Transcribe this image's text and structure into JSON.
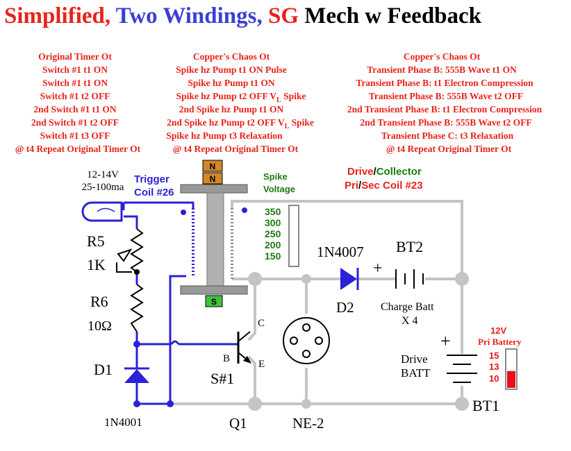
{
  "title": {
    "part1": "Simplified,",
    "part2": "Two Windings,",
    "part3": "SG",
    "part4": "Mech w Feedback"
  },
  "columns": [
    {
      "lines": [
        "Original Timer Ot",
        "Switch #1 t1 ON",
        "Switch #1 t1 ON",
        "Switch #1 t2 OFF",
        "2nd Switch #1 t1 ON",
        "2nd Switch #1 t2 OFF",
        "Switch #1 t3 OFF",
        "@ t4 Repeat Original Timer Ot"
      ]
    },
    {
      "lines": [
        "Copper's Chaos Ot",
        "Spike hz Pump t1 ON Pulse",
        "Spike hz Pump t1 ON",
        "Spike hz Pump t2 OFF V",
        "2nd Spike hz Pump t1 ON",
        "2nd Spike hz Pump  t2 OFF V",
        "Spike hz Pump t3 Relaxation",
        "@ t4 Repeat Original Timer Ot"
      ],
      "line3_suffix": " Spike",
      "line5_suffix": " Spike",
      "subscript": "L"
    },
    {
      "lines": [
        "Copper's Chaos Ot",
        "Transient Phase B: 555B Wave t1 ON",
        "Transient Phase B: t1 Electron Compression",
        "Transient Phase B: 555B Wave t2 OFF",
        "2nd Transient Phase B: t1 Electron Compression",
        "2nd Transient Phase B: 555B Wave t2 OFF",
        "Transient Phase C: t3 Relaxation",
        "@ t4 Repeat Original Timer Ot"
      ]
    }
  ],
  "labels": {
    "lamp_voltage": "12-14V",
    "lamp_current": "25-100ma",
    "trigger_line1": "Trigger",
    "trigger_line2": "Coil #26",
    "magnet_n1": "N",
    "magnet_n2": "N",
    "magnet_s": "S",
    "spike_line1": "Spike",
    "spike_line2": "Voltage",
    "drive_word": "Drive",
    "slash": "/",
    "collector_word": "Collector",
    "pri_word": "Pri",
    "sec_coil_word": "Sec Coil #23",
    "r5": "R5",
    "r5_value": "1K",
    "r6": "R6",
    "r6_value": "10Ω",
    "d1": "D1",
    "d1_part": "1N4001",
    "q1": "Q1",
    "q1_c": "C",
    "q1_b": "B",
    "q1_e": "E",
    "switch": "S#1",
    "ne2": "NE-2",
    "d2_part": "1N4007",
    "d2": "D2",
    "bt2": "BT2",
    "bt2_plus": "+",
    "charge_line1": "Charge Batt",
    "charge_line2": "X 4",
    "drive_line1": "Drive",
    "drive_line2": "BATT",
    "bt1": "BT1",
    "bt1_plus": "+",
    "pri_v": "12V",
    "pri_label": "Pri Battery"
  },
  "spike_scale": [
    "350",
    "300",
    "250",
    "200",
    "150"
  ],
  "battery_scale": [
    "15",
    "13",
    "10"
  ],
  "battery_fill_fraction": 0.45,
  "colors": {
    "red": "#e8221c",
    "blue": "#3a41d0",
    "dark_red": "#b0101a",
    "green": "#1e7a10",
    "wire_gray": "#c4c4c4",
    "wire_blue": "#2a22d6",
    "black": "#000000",
    "magnet_n": "#d4862a",
    "magnet_s": "#3ec43a",
    "gauge_red": "#e8101a"
  }
}
